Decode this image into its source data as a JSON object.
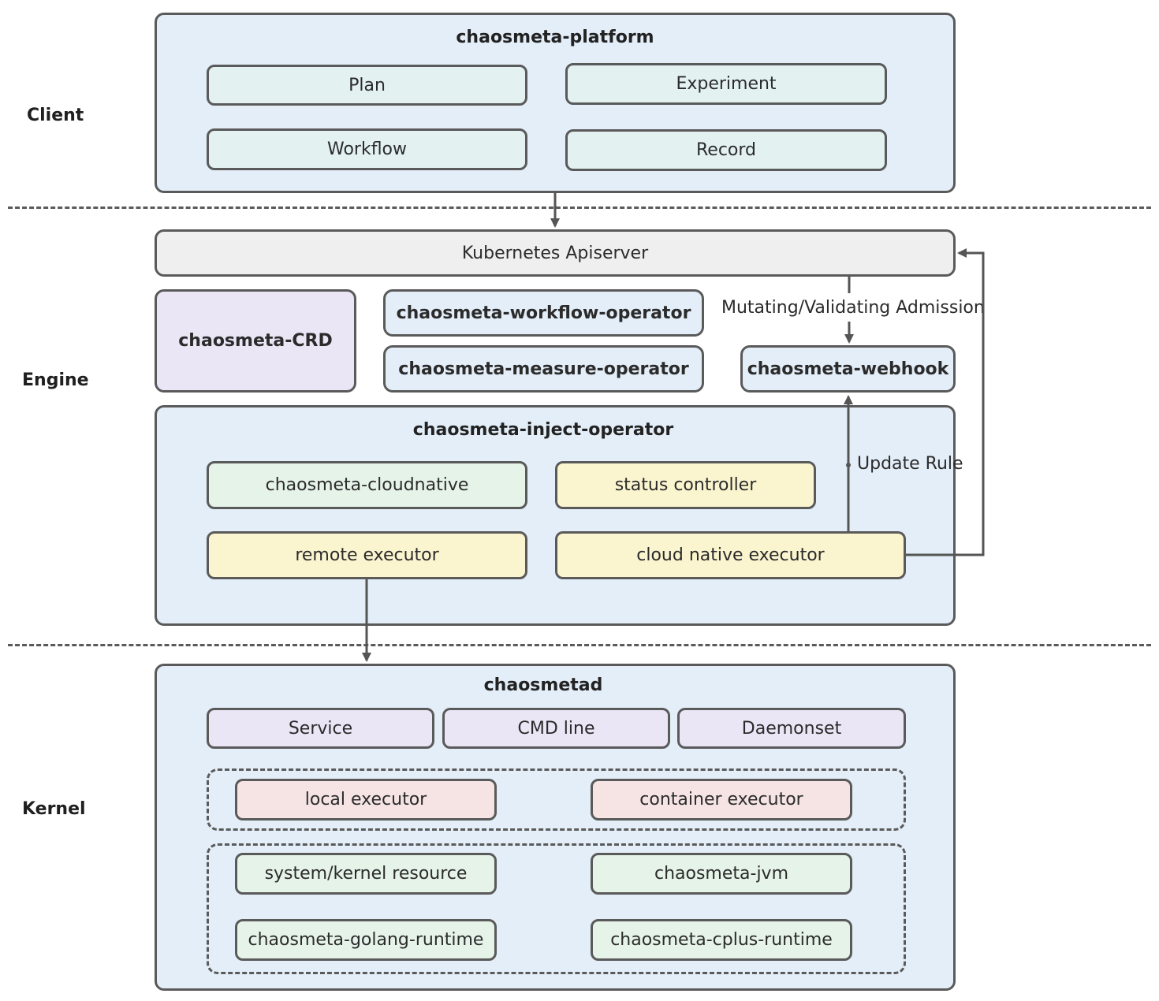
{
  "layers": {
    "client": "Client",
    "engine": "Engine",
    "kernel": "Kernel"
  },
  "platform": {
    "title": "chaosmeta-platform",
    "items": [
      "Plan",
      "Experiment",
      "Workflow",
      "Record"
    ]
  },
  "engine": {
    "apiserver": "Kubernetes Apiserver",
    "crd": "chaosmeta-CRD",
    "workflow_operator": "chaosmeta-workflow-operator",
    "measure_operator": "chaosmeta-measure-operator",
    "webhook": "chaosmeta-webhook",
    "admission_label": "Mutating/Validating Admission",
    "inject_operator": {
      "title": "chaosmeta-inject-operator",
      "cloudnative": "chaosmeta-cloudnative",
      "status_controller": "status controller",
      "remote_executor": "remote executor",
      "cloud_native_executor": "cloud native executor"
    },
    "update_rule_label": "Update Rule"
  },
  "kernel": {
    "title": "chaosmetad",
    "modes": [
      "Service",
      "CMD line",
      "Daemonset"
    ],
    "executors": [
      "local executor",
      "container executor"
    ],
    "resources": [
      "system/kernel resource",
      "chaosmeta-jvm",
      "chaosmeta-golang-runtime",
      "chaosmeta-cplus-runtime"
    ]
  },
  "colors": {
    "panel": "#e3eef8",
    "stroke": "#5a5a5a",
    "teal": "#e3f1f1",
    "green": "#e6f3e8",
    "yellow": "#faf5cf",
    "purple": "#eae6f6",
    "pink": "#f6e4e5",
    "grey": "#eeefee"
  }
}
